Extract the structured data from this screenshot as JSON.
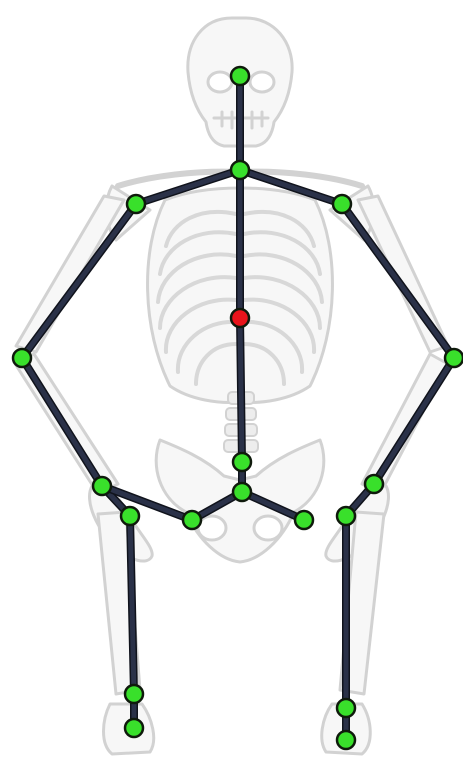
{
  "colors": {
    "background": "#ffffff",
    "bone_fill": "#f7f7f7",
    "bone_stroke": "#d2d2d2",
    "bone_shade": "#e2e2e2",
    "bone_line": "#2a3148",
    "bone_line_outline": "#10131c",
    "joint": "#39e02b",
    "joint_outline": "#0f1a0c",
    "root_joint": "#e8141b"
  },
  "joints": [
    {
      "id": "head",
      "kind": "normal"
    },
    {
      "id": "neck",
      "kind": "normal"
    },
    {
      "id": "right-shoulder",
      "kind": "normal"
    },
    {
      "id": "left-shoulder",
      "kind": "normal"
    },
    {
      "id": "spine",
      "kind": "root"
    },
    {
      "id": "right-elbow",
      "kind": "normal"
    },
    {
      "id": "left-elbow",
      "kind": "normal"
    },
    {
      "id": "hip-upper",
      "kind": "normal"
    },
    {
      "id": "hip-center",
      "kind": "normal"
    },
    {
      "id": "right-wrist-upper",
      "kind": "normal"
    },
    {
      "id": "right-wrist-lower",
      "kind": "normal"
    },
    {
      "id": "left-wrist-upper",
      "kind": "normal"
    },
    {
      "id": "left-wrist-lower",
      "kind": "normal"
    },
    {
      "id": "right-hip",
      "kind": "normal"
    },
    {
      "id": "left-hip",
      "kind": "normal"
    },
    {
      "id": "right-knee",
      "kind": "normal"
    },
    {
      "id": "right-foot",
      "kind": "normal"
    },
    {
      "id": "left-knee",
      "kind": "normal"
    },
    {
      "id": "left-foot",
      "kind": "normal"
    }
  ],
  "bones": [
    [
      "head",
      "neck"
    ],
    [
      "neck",
      "right-shoulder"
    ],
    [
      "neck",
      "left-shoulder"
    ],
    [
      "neck",
      "spine"
    ],
    [
      "spine",
      "hip-upper"
    ],
    [
      "hip-upper",
      "hip-center"
    ],
    [
      "right-shoulder",
      "right-elbow"
    ],
    [
      "right-elbow",
      "right-wrist-upper"
    ],
    [
      "right-wrist-upper",
      "right-wrist-lower"
    ],
    [
      "left-shoulder",
      "left-elbow"
    ],
    [
      "left-elbow",
      "left-wrist-upper"
    ],
    [
      "left-wrist-upper",
      "left-wrist-lower"
    ],
    [
      "hip-center",
      "right-hip"
    ],
    [
      "hip-center",
      "left-hip"
    ],
    [
      "right-wrist-upper",
      "right-hip"
    ],
    [
      "right-wrist-lower",
      "right-knee"
    ],
    [
      "right-knee",
      "right-foot"
    ],
    [
      "left-wrist-lower",
      "left-knee"
    ],
    [
      "left-knee",
      "left-foot"
    ]
  ]
}
